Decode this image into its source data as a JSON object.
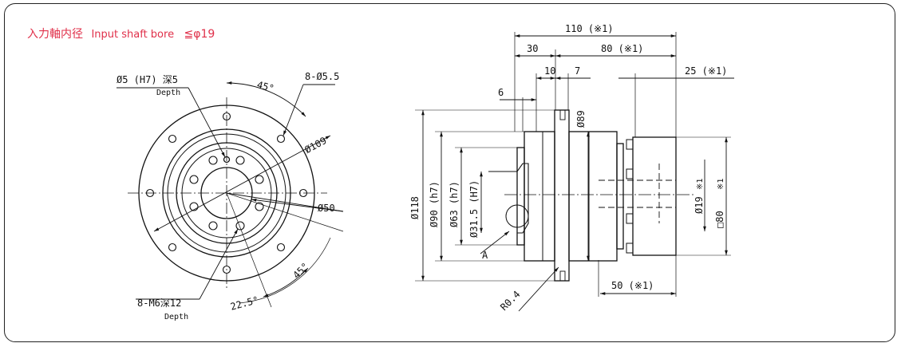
{
  "title": {
    "jp": "入力軸内径",
    "en": "Input shaft bore",
    "spec": "≦φ19"
  },
  "front_view": {
    "pin_hole": "Ø5 (H7) 深5",
    "pin_hole_depth": "Depth",
    "angle_top": "45°",
    "mount_holes": "8-Ø5.5",
    "pcd_outer": "Ø109",
    "pcd_inner": "Ø50",
    "angle_bottom": "45°",
    "tapped_holes": "8-M6深12",
    "tapped_depth": "Depth",
    "angle_offset": "22.5°"
  },
  "side_view": {
    "overall_length": "110 (※1)",
    "len_30": "30",
    "len_80": "80 (※1)",
    "len_10": "10",
    "len_7": "7",
    "len_6": "6",
    "len_25": "25 (※1)",
    "len_50": "50 (※1)",
    "dia_89": "Ø89",
    "dia_118": "Ø118",
    "dia_90": "Ø90 (h7)",
    "dia_63": "Ø63 (h7)",
    "dia_31_5": "Ø31.5 (H7)",
    "dia_19": "Ø19",
    "note_mark": "※1",
    "square_80": "□80",
    "detail_a": "A",
    "radius": "R0.4"
  }
}
